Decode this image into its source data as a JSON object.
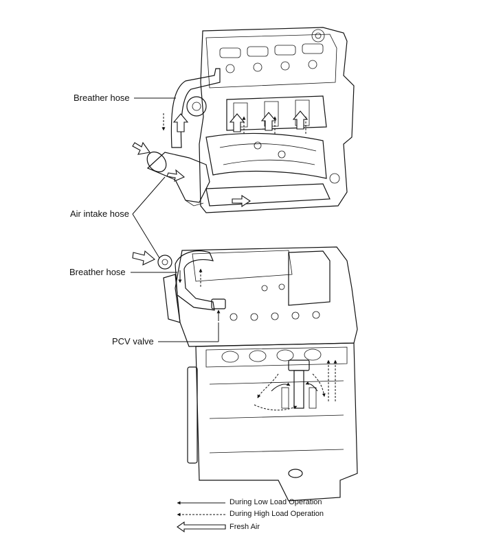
{
  "callouts": {
    "breather_hose_top": "Breather hose",
    "air_intake_hose": "Air intake hose",
    "breather_hose_bottom": "Breather hose",
    "pcv_valve": "PCV valve"
  },
  "legend": {
    "low_load": "During Low Load Operation",
    "high_load": "During High Load Operation",
    "fresh_air": "Fresh Air"
  },
  "icons": {
    "solid_arrow": "solid-line-arrow-icon",
    "dashed_arrow": "dashed-line-arrow-icon",
    "fresh_air_arrow": "hollow-arrow-icon"
  }
}
